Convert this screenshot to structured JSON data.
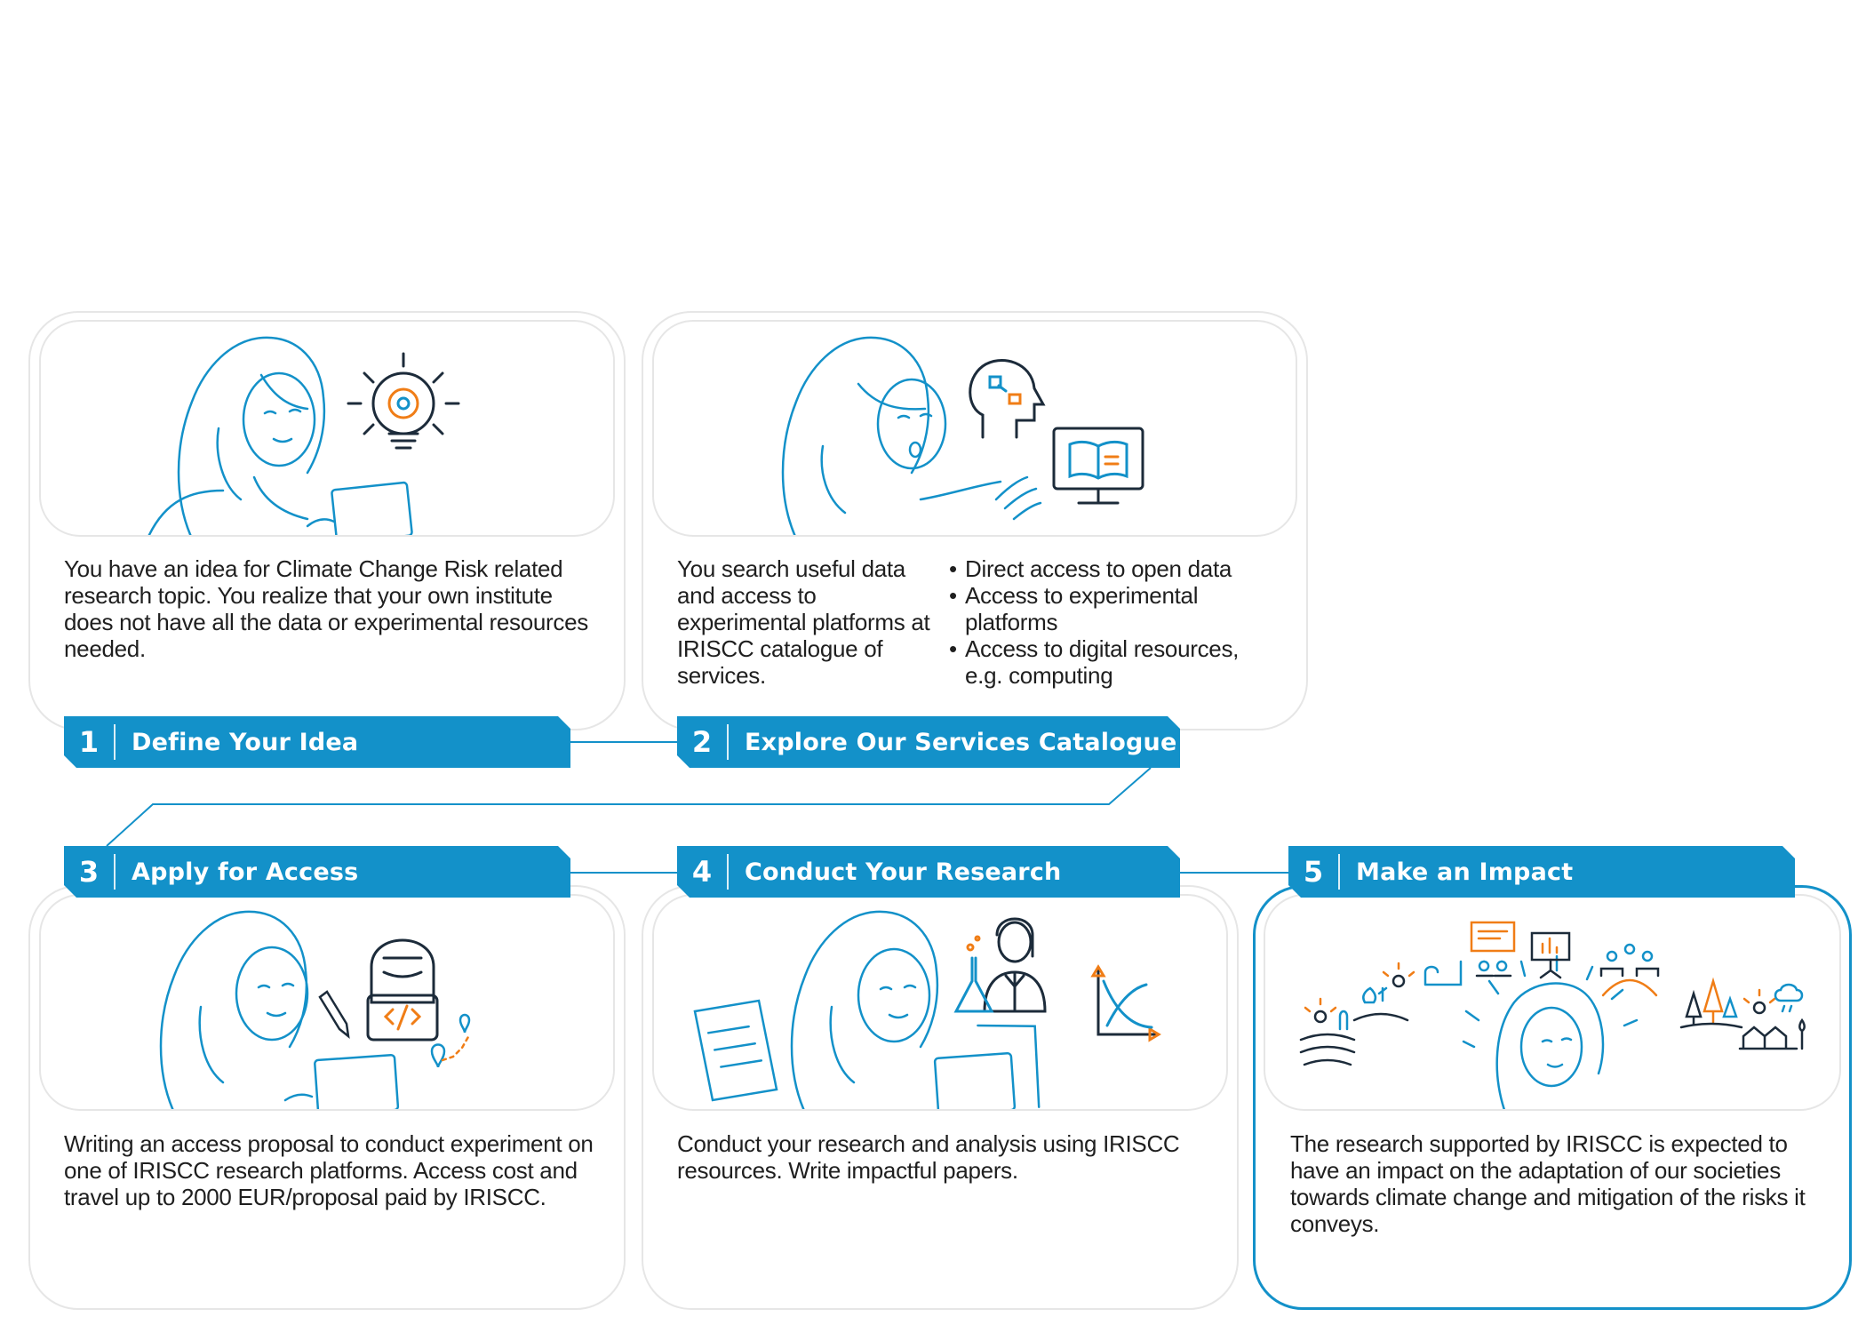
{
  "steps": [
    {
      "number": "1",
      "title": "Define Your Idea",
      "description": "You have an idea for Climate Change Risk related research topic. You realize that your own institute does not have all the data or experimental resources needed."
    },
    {
      "number": "2",
      "title": "Explore Our Services Catalogue",
      "description": "You search useful data and access to experimental platforms at IRISCC catalogue of services.",
      "bullets": [
        "Direct access to open data",
        "Access to experimental platforms",
        "Access to digital resources, e.g. computing"
      ]
    },
    {
      "number": "3",
      "title": "Apply for Access",
      "description": "Writing an access proposal to conduct experiment on one of IRISCC research platforms. Access cost and travel up to 2000 EUR/proposal paid by IRISCC."
    },
    {
      "number": "4",
      "title": "Conduct Your Research",
      "description": "Conduct your research and analysis using IRISCC resources. Write impactful papers."
    },
    {
      "number": "5",
      "title": "Make an Impact",
      "description": "The research supported by IRISCC is expected to have an impact on the adaptation of our societies towards climate change and mitigation of the risks it conveys."
    }
  ],
  "colors": {
    "accent": "#1391c9",
    "orange": "#f07d16",
    "navy": "#1c2b3a",
    "border": "#e6e6e6"
  },
  "icons": {
    "step1": [
      "person-with-tablet-icon",
      "lightbulb-gear-icon"
    ],
    "step2": [
      "person-pointing-icon",
      "head-puzzle-icon",
      "monitor-book-icon"
    ],
    "step3": [
      "person-writing-icon",
      "hooded-coder-icon",
      "pencil-icon",
      "map-pin-route-icon"
    ],
    "step4": [
      "person-reading-icon",
      "document-icon",
      "scientist-icon",
      "flask-icon",
      "graph-axes-icon"
    ],
    "step5": [
      "person-thinking-icon",
      "farmland-icon",
      "plants-icon",
      "presentation-icon",
      "audience-icon",
      "forest-icon",
      "village-weather-icon"
    ]
  }
}
